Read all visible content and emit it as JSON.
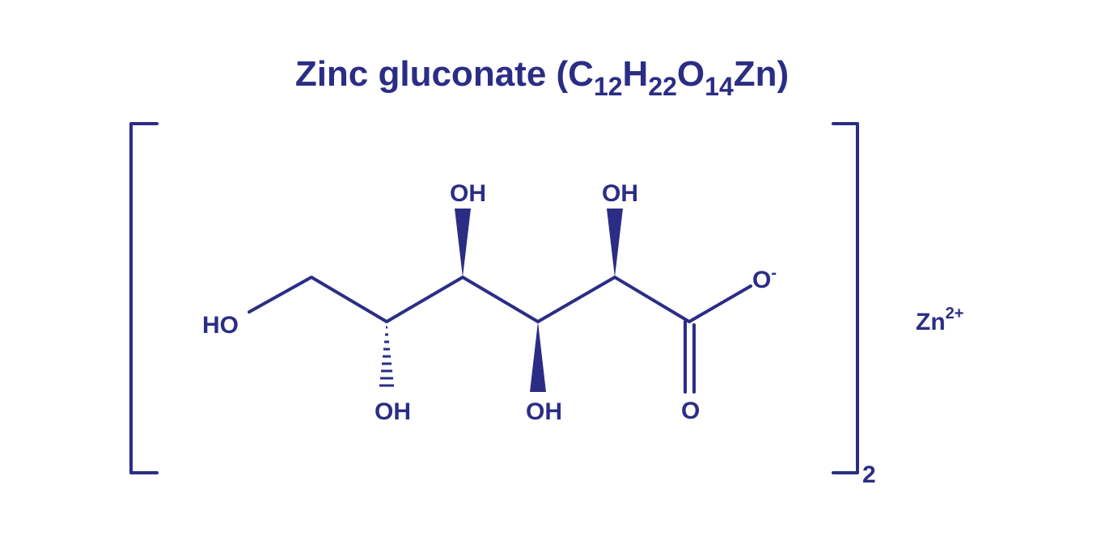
{
  "title": {
    "name": "Zinc gluconate (",
    "c": "C",
    "c_n": "12",
    "h": "H",
    "h_n": "22",
    "o": "O",
    "o_n": "14",
    "zn": "Zn",
    "close": ")"
  },
  "labels": {
    "ho_terminal": "HO",
    "oh_c2": "OH",
    "oh_c3": "OH",
    "oh_c4": "OH",
    "oh_c5": "OH",
    "o_carbonyl": "O",
    "o_anion": "O",
    "o_anion_charge": "-",
    "bracket_subscript": "2",
    "zinc": "Zn",
    "zinc_charge": "2+"
  },
  "colors": {
    "ink": "#2b2d85",
    "background": "#ffffff"
  }
}
